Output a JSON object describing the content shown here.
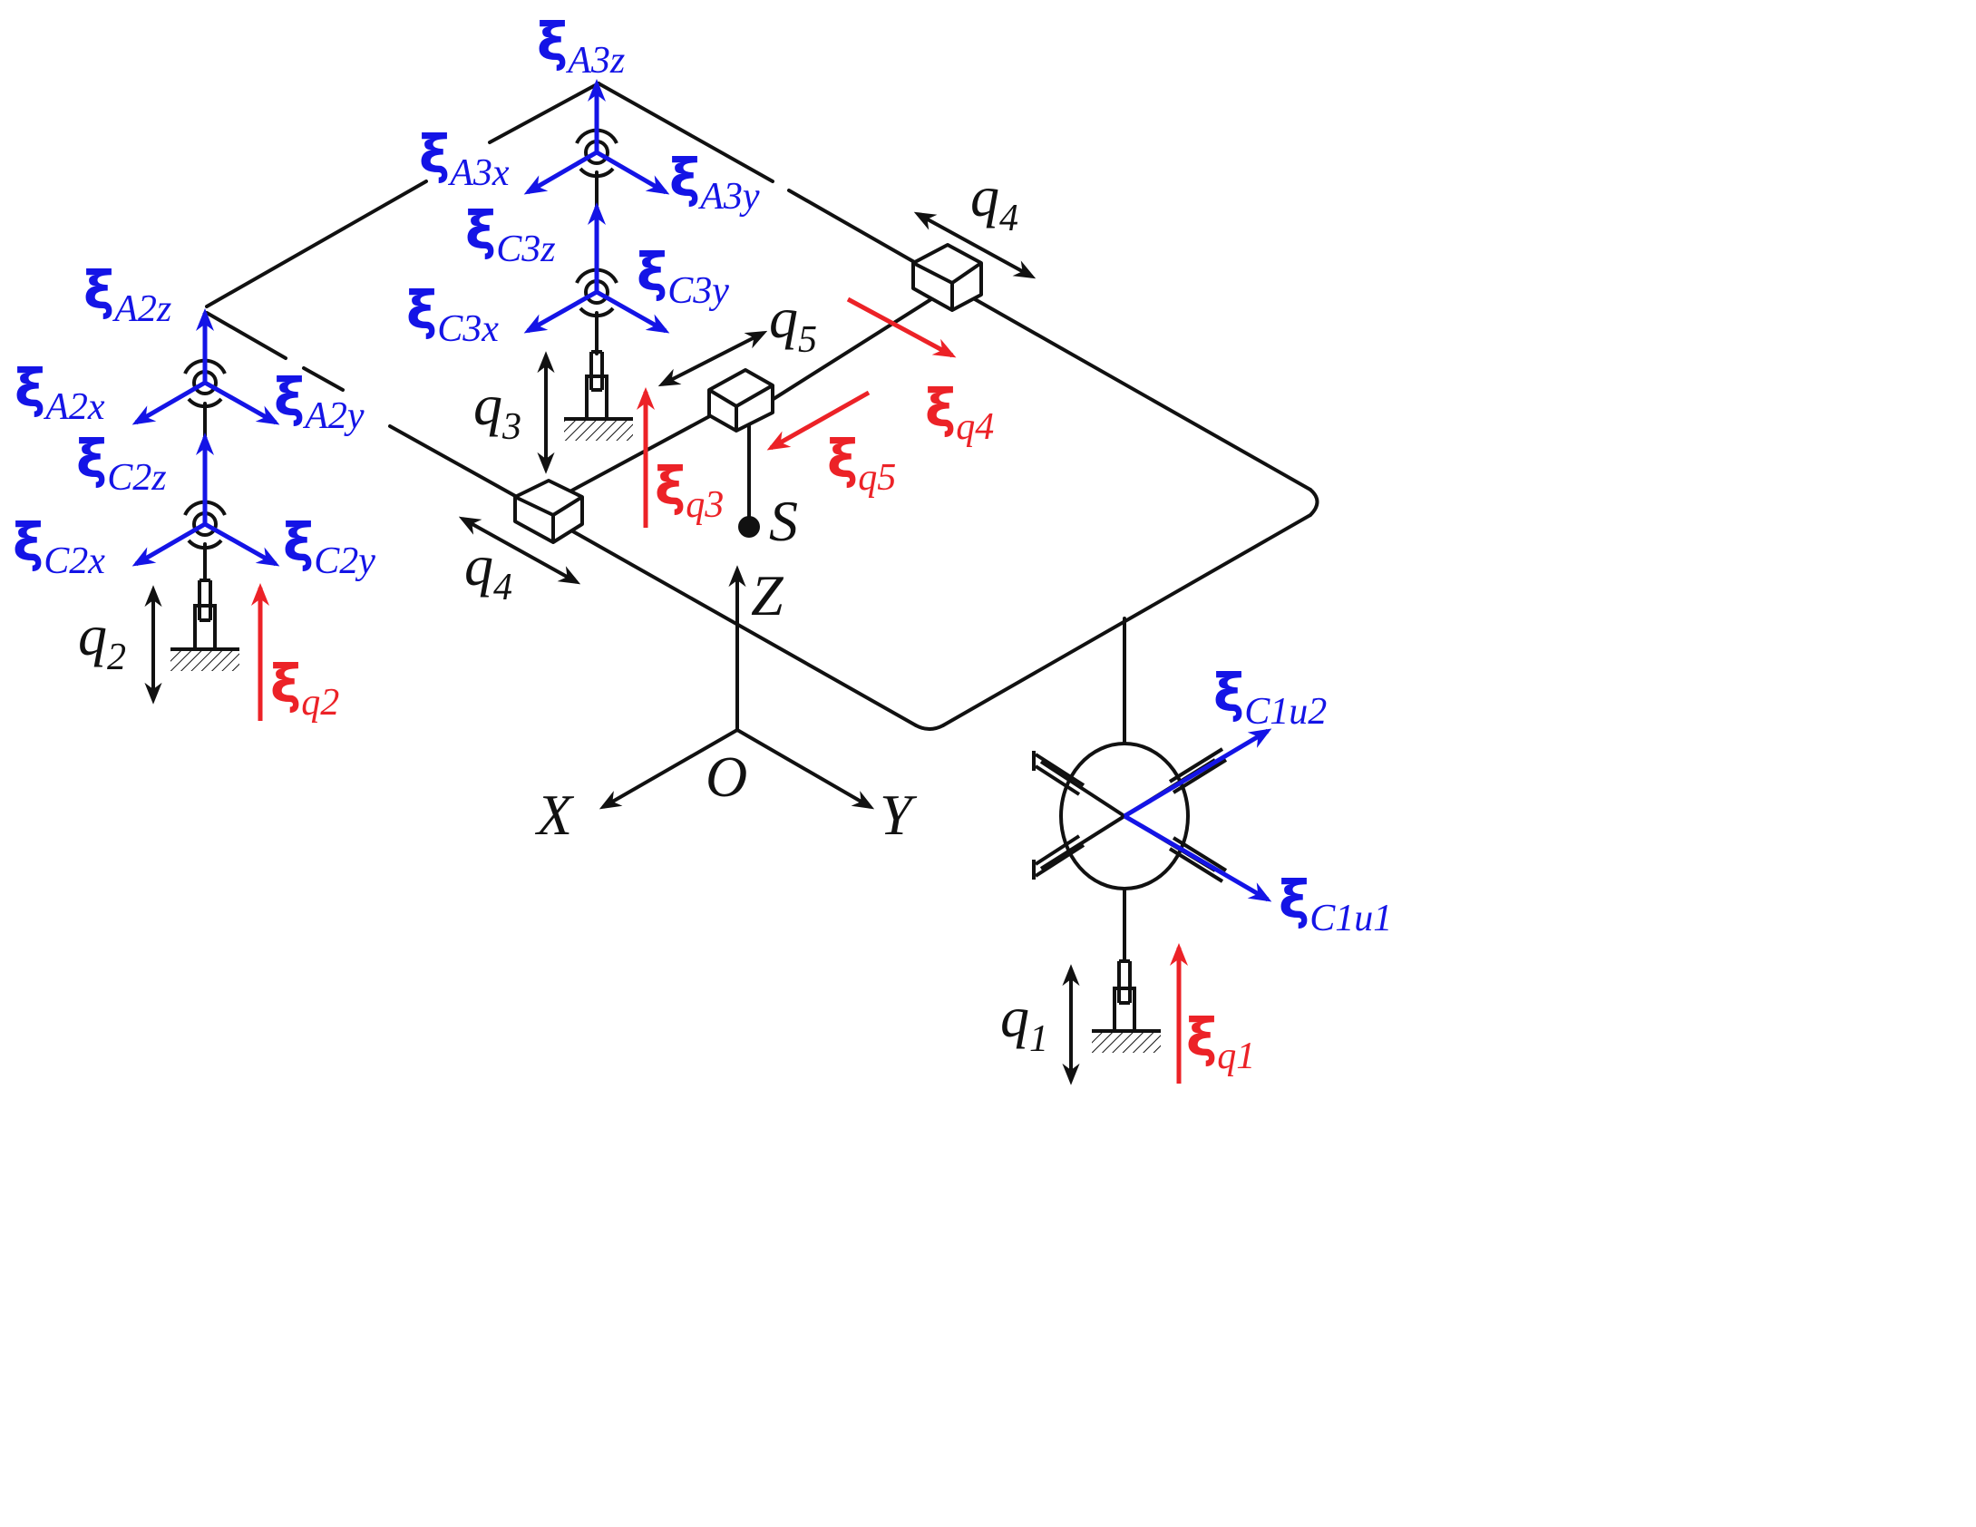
{
  "colors": {
    "structure": "#111111",
    "constraint_screw": "#1414e6",
    "actuation_screw": "#ec2227",
    "coordinate_axis": "#111111"
  },
  "symbols": {
    "xi": "ξ"
  },
  "axes": {
    "origin": "O",
    "x": "X",
    "y": "Y",
    "z": "Z"
  },
  "end_effector": "S",
  "joint_variables": {
    "q1": {
      "base": "q",
      "sub": "1"
    },
    "q2": {
      "base": "q",
      "sub": "2"
    },
    "q3": {
      "base": "q",
      "sub": "3"
    },
    "q4_top": {
      "base": "q",
      "sub": "4"
    },
    "q4_bottom": {
      "base": "q",
      "sub": "4"
    },
    "q5": {
      "base": "q",
      "sub": "5"
    }
  },
  "constraint_screws": {
    "A3z": "A3z",
    "A3x": "A3x",
    "A3y": "A3y",
    "C3z": "C3z",
    "C3x": "C3x",
    "C3y": "C3y",
    "A2z": "A2z",
    "A2x": "A2x",
    "A2y": "A2y",
    "C2z": "C2z",
    "C2x": "C2x",
    "C2y": "C2y",
    "C1u2": "C1u2",
    "C1u1": "C1u1"
  },
  "actuation_screws": {
    "q1": "q1",
    "q2": "q2",
    "q3": "q3",
    "q4": "q4",
    "q5": "q5"
  }
}
